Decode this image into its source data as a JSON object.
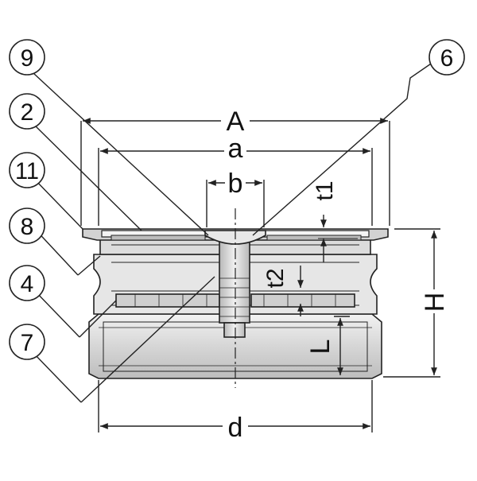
{
  "callouts": {
    "c9": "9",
    "c2": "2",
    "c11": "11",
    "c8": "8",
    "c4": "4",
    "c7": "7",
    "c6": "6"
  },
  "dimensions": {
    "A": "A",
    "a": "a",
    "b": "b",
    "t1": "t1",
    "t2": "t2",
    "H": "H",
    "L": "L",
    "d": "d"
  },
  "colors": {
    "line": "#222222",
    "metal_light": "#e4e4e4",
    "metal_mid": "#c8c8c8",
    "metal_dark": "#9a9a9a",
    "background": "#ffffff"
  }
}
